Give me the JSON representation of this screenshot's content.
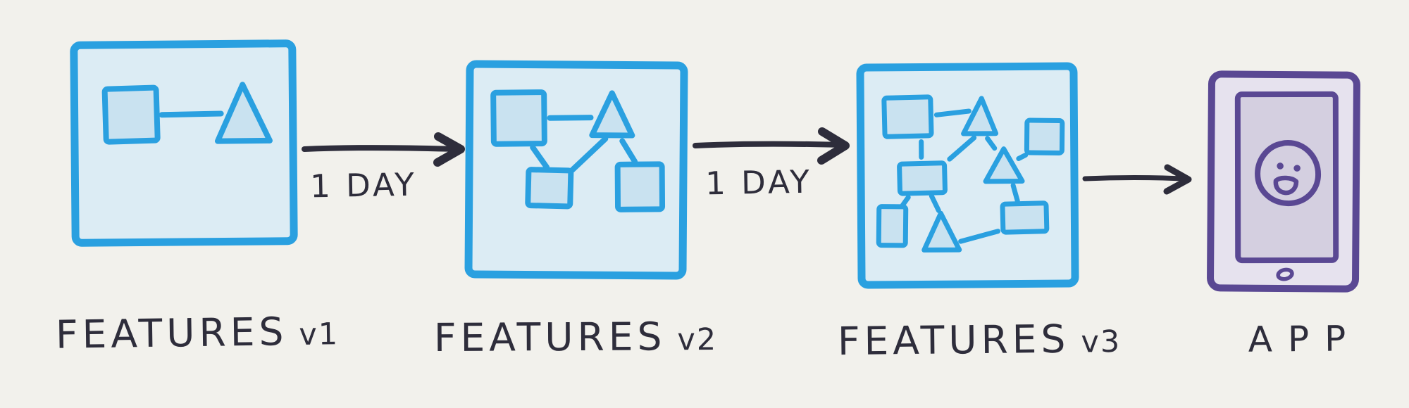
{
  "colors": {
    "background": "#f2f1ec",
    "blue_stroke": "#2aa0e0",
    "panel_fill": "#dcecf4",
    "shape_fill": "#c9e2f0",
    "ink": "#2e2d3b",
    "purple_stroke": "#5a4893",
    "phone_body_fill": "#e6e2ee",
    "phone_screen_fill": "#d4cfe0"
  },
  "panels": [
    {
      "label_title": "FEATURES",
      "label_version": "v1"
    },
    {
      "label_title": "FEATURES",
      "label_version": "v2"
    },
    {
      "label_title": "FEATURES",
      "label_version": "v3"
    }
  ],
  "arrows": [
    {
      "label": "1 DAY"
    },
    {
      "label": "1 DAY"
    },
    {
      "label": ""
    }
  ],
  "app": {
    "label": "APP"
  }
}
